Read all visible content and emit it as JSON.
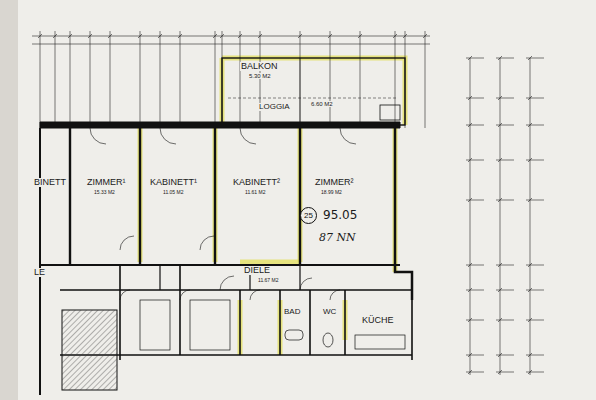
{
  "diagram": {
    "nodes": [
      {
        "text": [
          "25"
        ]
      }
    ],
    "labels": [
      "BALKON",
      "5.30 M2",
      "LOGGIA",
      "6.60 M2",
      "BINETT",
      "ZIMMER¹",
      "15.33 M2",
      "KABINETT¹",
      "11.05 M2",
      "KABINETT²",
      "11.61 M2",
      "ZIMMER²",
      "18.99 M2",
      "DIELE",
      "11.67 M2",
      "BAD",
      "WC",
      "KÜCHE",
      "LE",
      "95.05",
      "87 NN"
    ]
  }
}
